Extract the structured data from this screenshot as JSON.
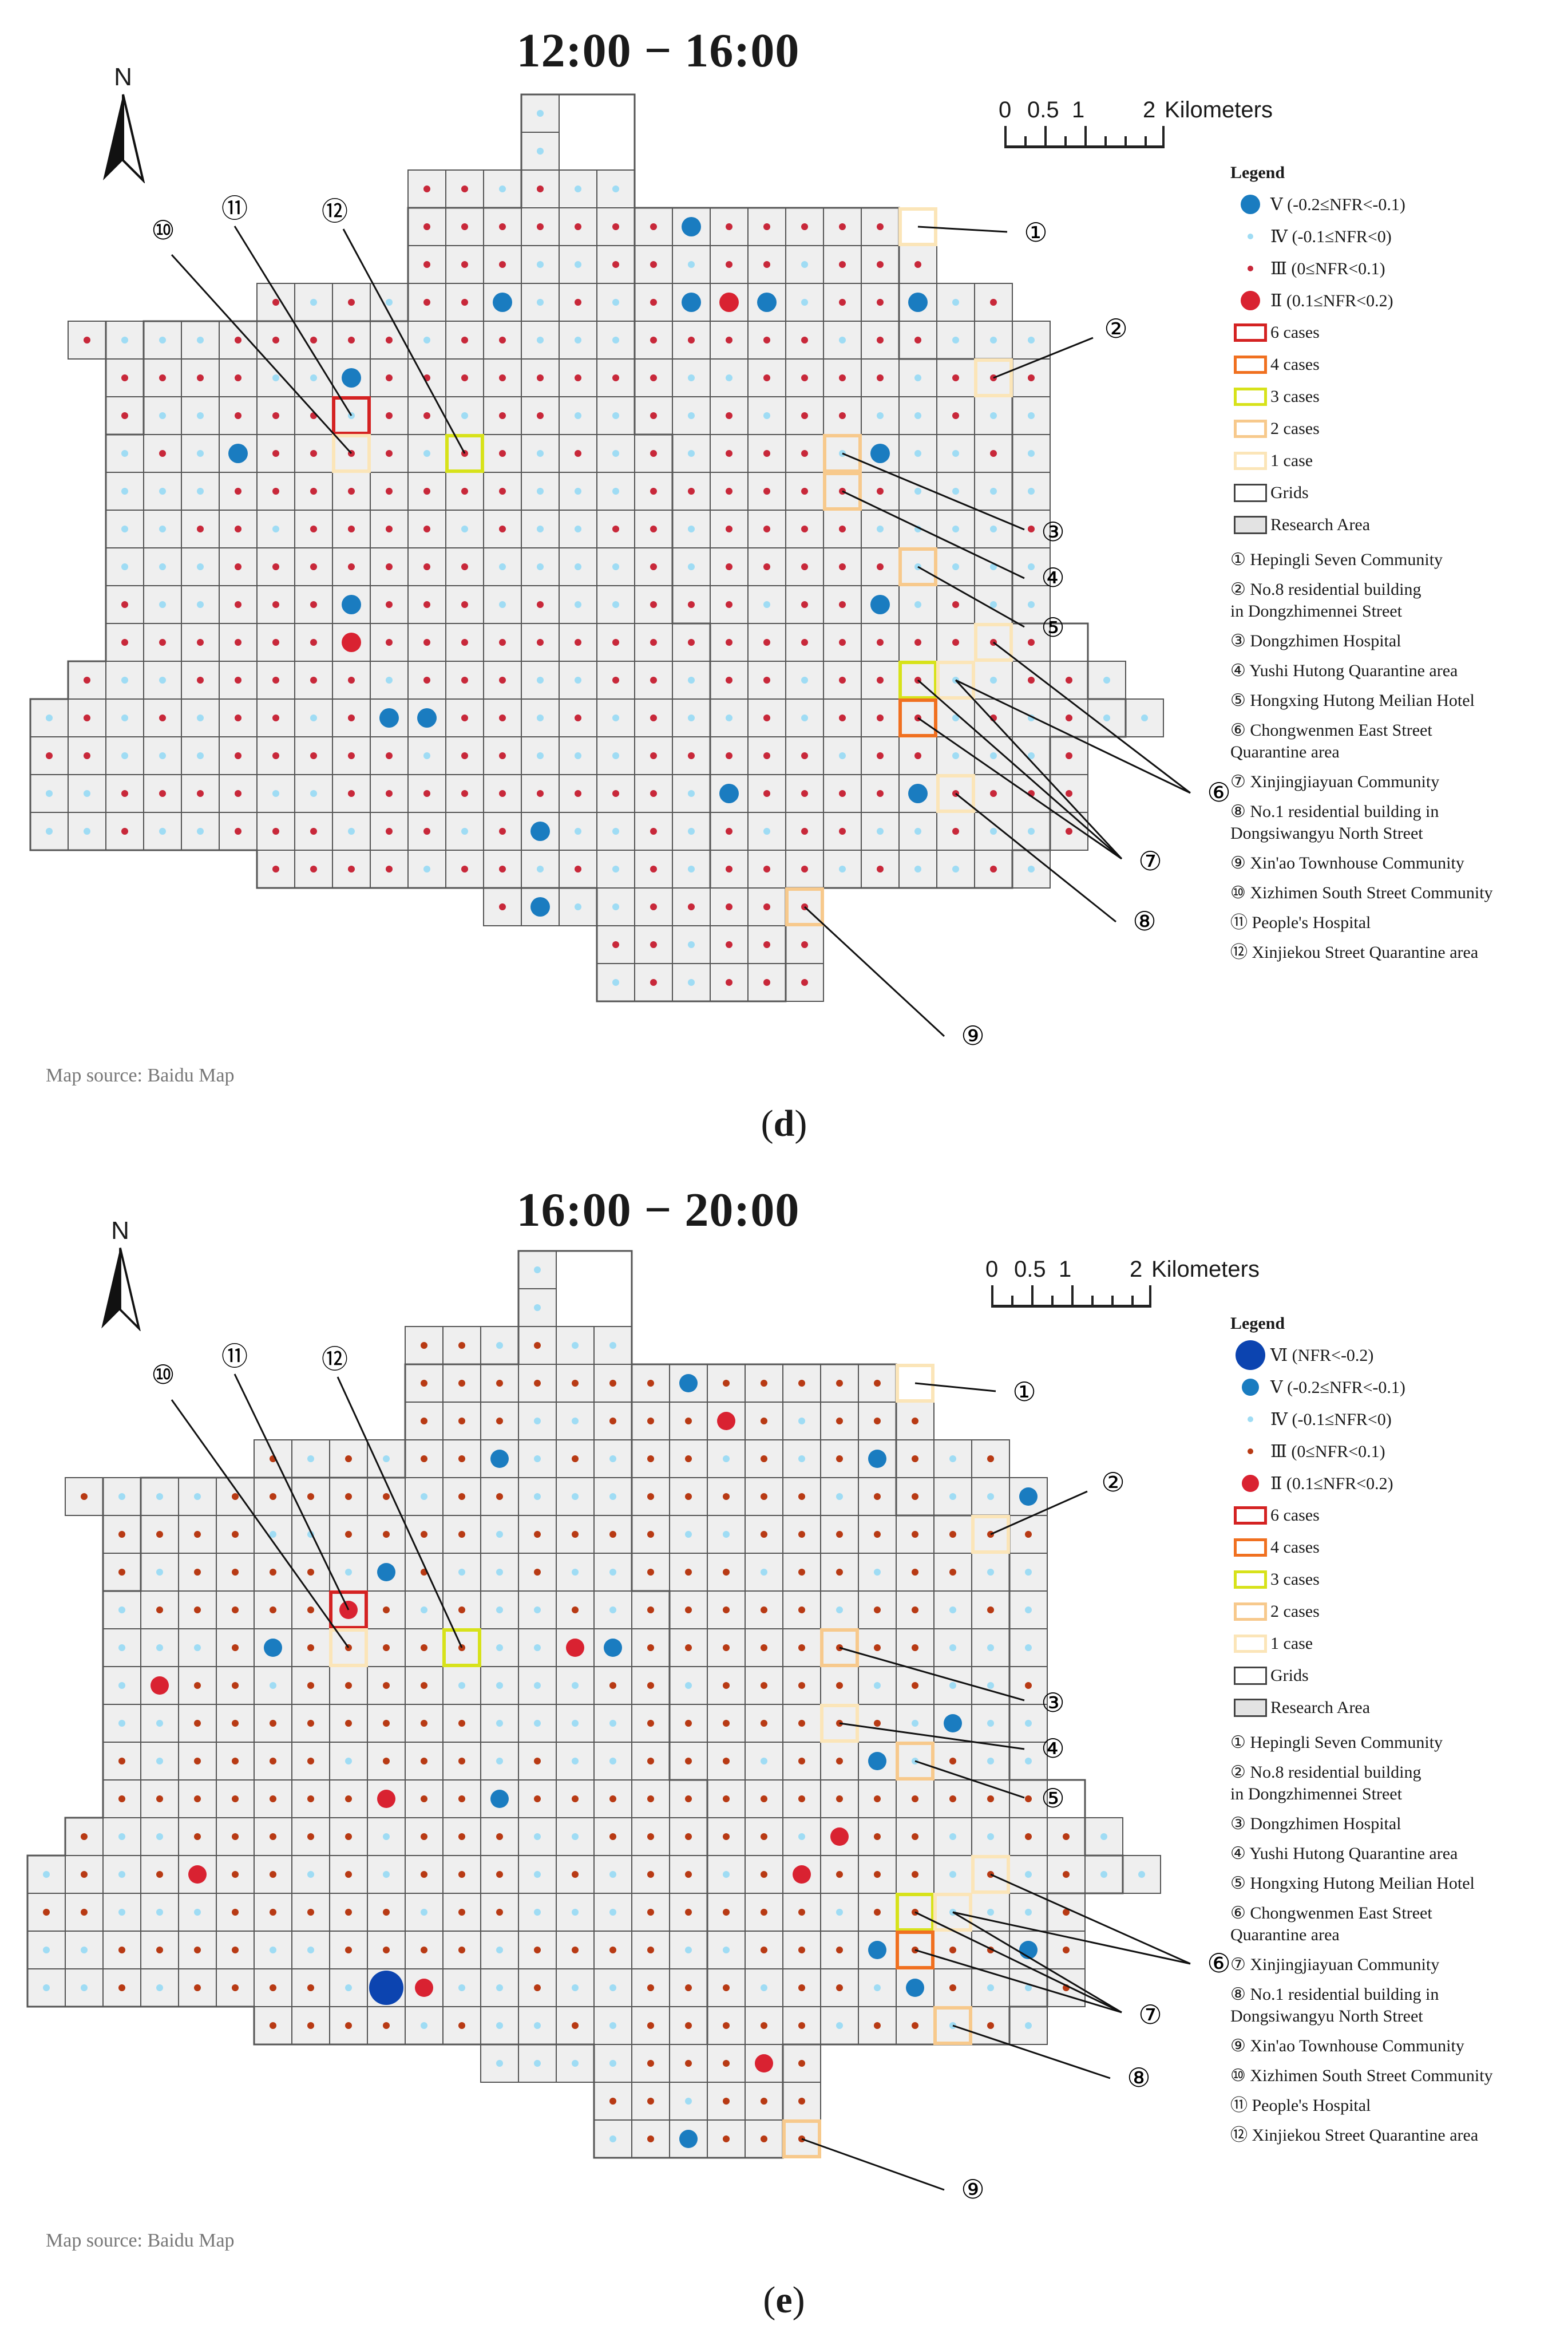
{
  "panel_d": {
    "title": "12:00 − 16:00",
    "label_letter": "d",
    "north": "N",
    "scale": {
      "ticks": [
        "0",
        "0.5",
        "1",
        "2"
      ],
      "unit": "Kilometers"
    },
    "credit": "Map source: Baidu Map",
    "legend": {
      "title": "Legend",
      "items": [
        {
          "label": "Ⅴ (-0.2≤NFR<-0.1)",
          "symbol": "dot",
          "color": "#1a7cc0",
          "size": 34
        },
        {
          "label": "Ⅳ (-0.1≤NFR<0)",
          "symbol": "dot",
          "color": "#9fdcf4",
          "size": 10
        },
        {
          "label": "Ⅲ (0≤NFR<0.1)",
          "symbol": "dot",
          "color": "#c8283a",
          "size": 10
        },
        {
          "label": "Ⅱ (0.1≤NFR<0.2)",
          "symbol": "dot",
          "color": "#d92231",
          "size": 34
        },
        {
          "label": "6 cases",
          "symbol": "box",
          "color": "#d42222"
        },
        {
          "label": "4 cases",
          "symbol": "box",
          "color": "#f07020"
        },
        {
          "label": "3 cases",
          "symbol": "box",
          "color": "#d7e21a"
        },
        {
          "label": "2 cases",
          "symbol": "box",
          "color": "#f7c98c"
        },
        {
          "label": "1 case",
          "symbol": "box",
          "color": "#fbe5b8"
        },
        {
          "label": "Grids",
          "symbol": "grid"
        },
        {
          "label": "Research Area",
          "symbol": "area"
        }
      ]
    }
  },
  "panel_e": {
    "title": "16:00 − 20:00",
    "label_letter": "e",
    "north": "N",
    "scale": {
      "ticks": [
        "0",
        "0.5",
        "1",
        "2"
      ],
      "unit": "Kilometers"
    },
    "credit": "Map source: Baidu Map",
    "legend": {
      "title": "Legend",
      "items": [
        {
          "label": "Ⅵ (NFR<-0.2)",
          "symbol": "dot",
          "color": "#0c44b0",
          "size": 52
        },
        {
          "label": "Ⅴ (-0.2≤NFR<-0.1)",
          "symbol": "dot",
          "color": "#1a7cc0",
          "size": 30
        },
        {
          "label": "Ⅳ (-0.1≤NFR<0)",
          "symbol": "dot",
          "color": "#9fdcf4",
          "size": 10
        },
        {
          "label": "Ⅲ (0≤NFR<0.1)",
          "symbol": "dot",
          "color": "#b83a14",
          "size": 10
        },
        {
          "label": "Ⅱ (0.1≤NFR<0.2)",
          "symbol": "dot",
          "color": "#d92231",
          "size": 30
        },
        {
          "label": "6 cases",
          "symbol": "box",
          "color": "#d42222"
        },
        {
          "label": "4 cases",
          "symbol": "box",
          "color": "#f07020"
        },
        {
          "label": "3 cases",
          "symbol": "box",
          "color": "#d7e21a"
        },
        {
          "label": "2 cases",
          "symbol": "box",
          "color": "#f7c98c"
        },
        {
          "label": "1 case",
          "symbol": "box",
          "color": "#fbe5b8"
        },
        {
          "label": "Grids",
          "symbol": "grid"
        },
        {
          "label": "Research Area",
          "symbol": "area"
        }
      ]
    }
  },
  "sites": [
    {
      "num": "①",
      "lines": [
        "Hepingli Seven Community"
      ]
    },
    {
      "num": "②",
      "lines": [
        "No.8 residential building",
        "in Dongzhimennei Street"
      ]
    },
    {
      "num": "③",
      "lines": [
        "Dongzhimen Hospital"
      ]
    },
    {
      "num": "④",
      "lines": [
        "Yushi Hutong Quarantine area"
      ]
    },
    {
      "num": "⑤",
      "lines": [
        "Hongxing Hutong Meilian Hotel"
      ]
    },
    {
      "num": "⑥",
      "lines": [
        "Chongwenmen East Street",
        "Quarantine area"
      ]
    },
    {
      "num": "⑦",
      "lines": [
        "Xinjingjiayuan Community"
      ]
    },
    {
      "num": "⑧",
      "lines": [
        "No.1 residential building in",
        "Dongsiwangyu North Street"
      ]
    },
    {
      "num": "⑨",
      "lines": [
        "Xin'ao Townhouse Community"
      ]
    },
    {
      "num": "⑩",
      "lines": [
        "Xizhimen South Street Community"
      ]
    },
    {
      "num": "⑪",
      "lines": [
        "People's Hospital"
      ]
    },
    {
      "num": "⑫",
      "lines": [
        "Xinjiekou Street Quarantine area"
      ]
    }
  ]
}
